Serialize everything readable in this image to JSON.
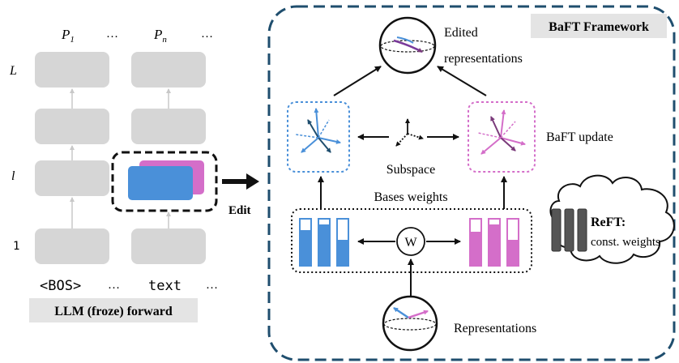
{
  "left_panel": {
    "col_top_labels": [
      "P_1",
      "…",
      "P_n",
      "…"
    ],
    "p1_base": "P",
    "p1_sub": "1",
    "pn_base": "P",
    "pn_sub": "n",
    "ellipsis": "…",
    "layer_labels": [
      "L",
      "l",
      "1"
    ],
    "bottom_tokens": [
      "<BOS>",
      "…",
      "text",
      "…"
    ],
    "caption": "LLM (froze) forward",
    "edit_label": "Edit"
  },
  "framework": {
    "title": "BaFT Framework",
    "edited_repr_line1": "Edited",
    "edited_repr_line2": "representations",
    "baft_update": "BaFT update",
    "subspace": "Subspace",
    "bases_weights": "Bases weights",
    "weight_symbol": "W",
    "representations": "Representations"
  },
  "reft_cloud": {
    "title": "ReFT:",
    "subtitle": "const. weights"
  },
  "colors": {
    "blue": "#4a90d9",
    "pink": "#d46ec9",
    "gray_block": "#d6d6d6",
    "dark_blue_border": "#1f4e6e",
    "dark_gray_bar": "#555555"
  }
}
